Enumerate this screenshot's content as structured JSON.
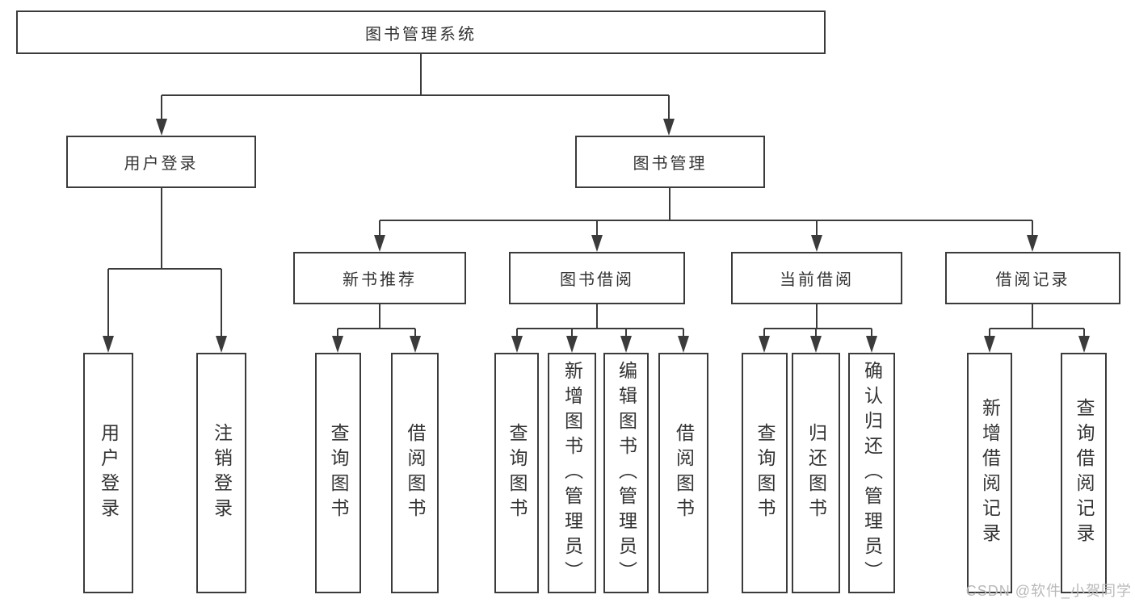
{
  "tree": {
    "label": "图书管理系统",
    "children": [
      {
        "label": "用户登录",
        "children": [
          {
            "label": "用户登录"
          },
          {
            "label": "注销登录"
          }
        ]
      },
      {
        "label": "图书管理",
        "children": [
          {
            "label": "新书推荐",
            "children": [
              {
                "label": "查询图书"
              },
              {
                "label": "借阅图书"
              }
            ]
          },
          {
            "label": "图书借阅",
            "children": [
              {
                "label": "查询图书"
              },
              {
                "label": "新增图书（管理员）"
              },
              {
                "label": "编辑图书（管理员）"
              },
              {
                "label": "借阅图书"
              }
            ]
          },
          {
            "label": "当前借阅",
            "children": [
              {
                "label": "查询图书"
              },
              {
                "label": "归还图书"
              },
              {
                "label": "确认归还（管理员）"
              }
            ]
          },
          {
            "label": "借阅记录",
            "children": [
              {
                "label": "新增借阅记录"
              },
              {
                "label": "查询借阅记录"
              }
            ]
          }
        ]
      }
    ]
  },
  "watermark": {
    "text": "CSDN @软件_小贺同学"
  },
  "colors": {
    "line": "#3b3b3b",
    "text": "#333333",
    "watermark": "#b9b9b9",
    "background": "#ffffff"
  }
}
